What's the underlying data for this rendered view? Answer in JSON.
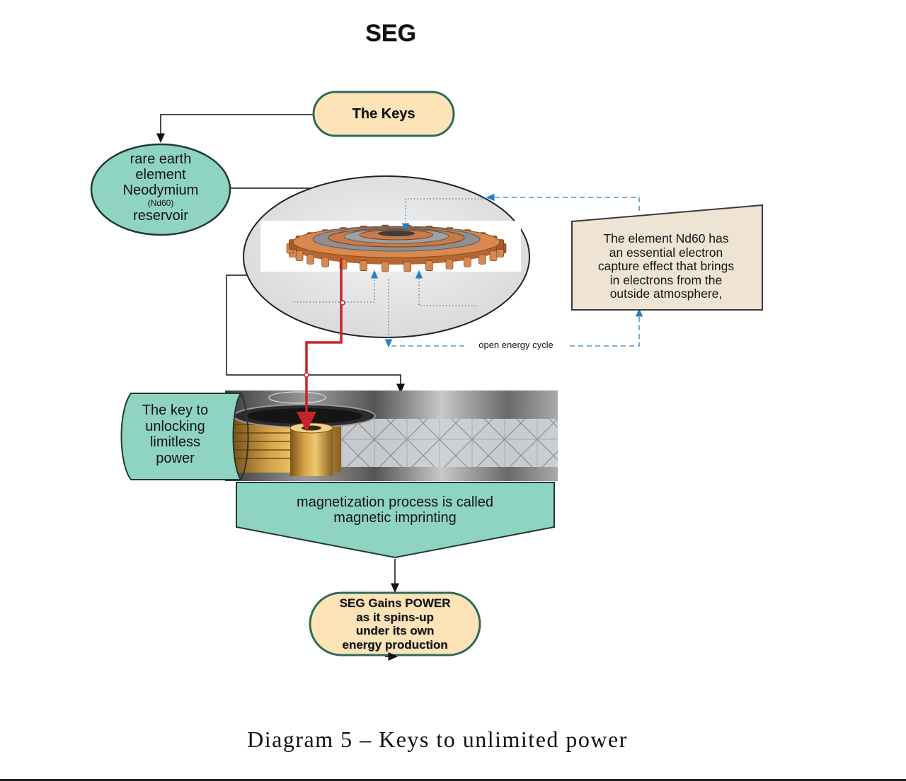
{
  "title": "SEG",
  "caption": "Diagram 5 – Keys to unlimited power",
  "nodes": {
    "keys": {
      "label": "The Keys"
    },
    "reservoir": {
      "lines": [
        "rare earth",
        "element",
        "Neodymium",
        "(Nd60)",
        "reservoir"
      ]
    },
    "nd60": {
      "lines": [
        "The element Nd60 has",
        "an essential electron",
        "capture effect that brings",
        "in electrons from the",
        "outside atmosphere,"
      ]
    },
    "cycle": {
      "label": "open energy cycle"
    },
    "unlock": {
      "lines": [
        "The key to",
        "unlocking",
        "limitless",
        "power"
      ]
    },
    "imprinting": {
      "lines": [
        "magnetization process is called",
        "magnetic imprinting"
      ]
    },
    "power": {
      "lines": [
        "SEG Gains POWER",
        "as it spins-up",
        "under its own",
        "energy production"
      ]
    }
  },
  "colors": {
    "teal_fill": "#8fd3c3",
    "peach_fill": "#fde3b5",
    "beige_fill": "#efe3d3",
    "dark_outline": "#1f3a33",
    "red_line": "#c8242e",
    "blue_dashed": "#3a8fd0",
    "copper": "#c97a46"
  }
}
